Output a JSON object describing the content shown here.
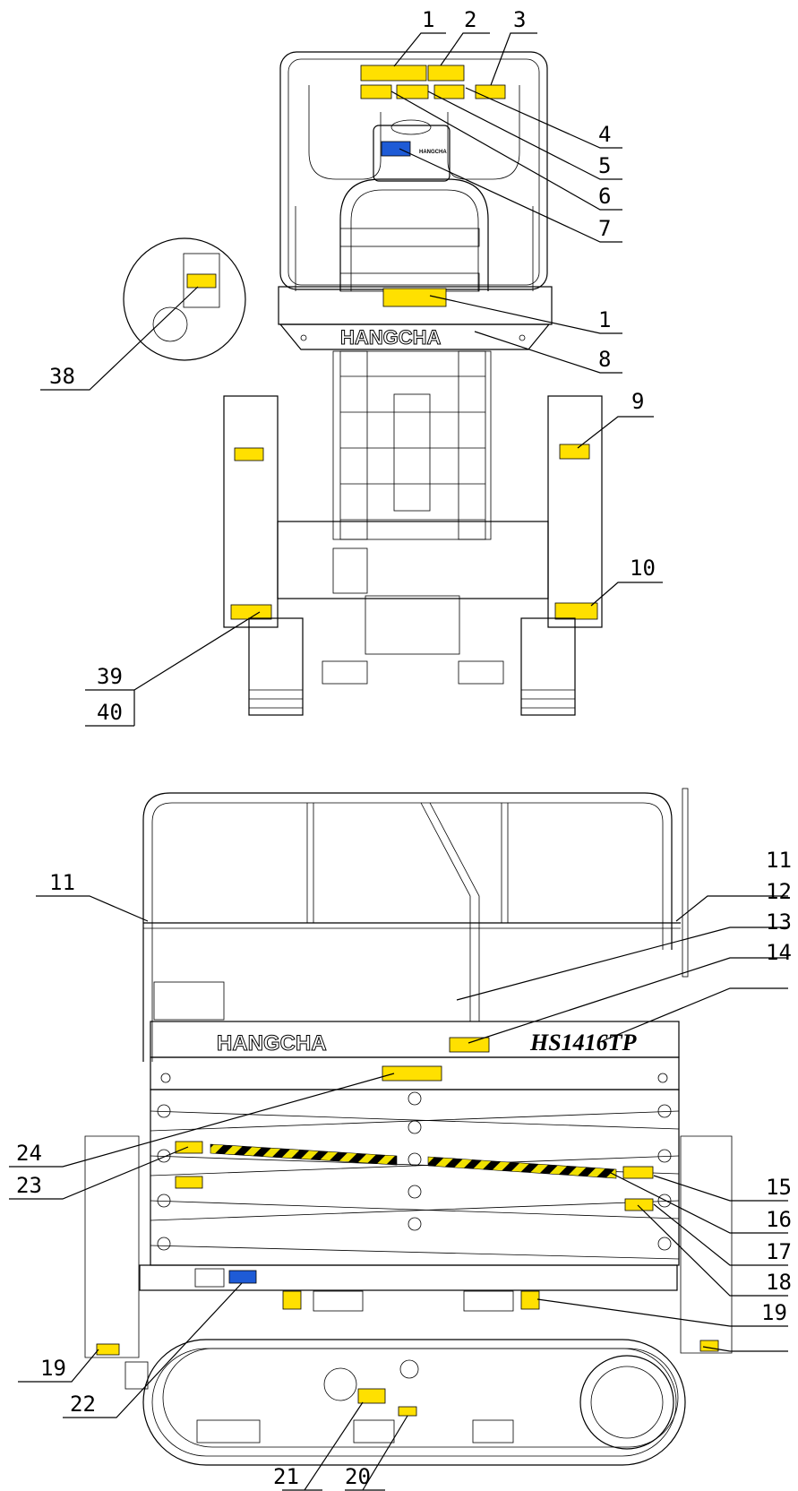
{
  "drawing": {
    "brand_text": "HANGCHA",
    "logo_small_text": "HANGCHA",
    "model_text": "HS1416TP",
    "colors": {
      "warning_label": "#ffe000",
      "info_label": "#1e5bd6",
      "line": "#000000",
      "stripe": "#f0e000"
    }
  },
  "callouts": [
    {
      "id": "c1",
      "text": "1"
    },
    {
      "id": "c2",
      "text": "2"
    },
    {
      "id": "c3",
      "text": "3"
    },
    {
      "id": "c4",
      "text": "4"
    },
    {
      "id": "c5",
      "text": "5"
    },
    {
      "id": "c6",
      "text": "6"
    },
    {
      "id": "c7",
      "text": "7"
    },
    {
      "id": "c1b",
      "text": "1"
    },
    {
      "id": "c8",
      "text": "8"
    },
    {
      "id": "c38",
      "text": "38"
    },
    {
      "id": "c9",
      "text": "9"
    },
    {
      "id": "c10",
      "text": "10"
    },
    {
      "id": "c39",
      "text": "39"
    },
    {
      "id": "c40",
      "text": "40"
    },
    {
      "id": "c11a",
      "text": "11"
    },
    {
      "id": "c11b",
      "text": "11"
    },
    {
      "id": "c12",
      "text": "12"
    },
    {
      "id": "c13",
      "text": "13"
    },
    {
      "id": "c14",
      "text": "14"
    },
    {
      "id": "c24",
      "text": "24"
    },
    {
      "id": "c23",
      "text": "23"
    },
    {
      "id": "c15",
      "text": "15"
    },
    {
      "id": "c16",
      "text": "16"
    },
    {
      "id": "c17",
      "text": "17"
    },
    {
      "id": "c18",
      "text": "18"
    },
    {
      "id": "c19a",
      "text": "19"
    },
    {
      "id": "c19b",
      "text": "19"
    },
    {
      "id": "c22",
      "text": "22"
    },
    {
      "id": "c21",
      "text": "21"
    },
    {
      "id": "c20",
      "text": "20"
    }
  ]
}
